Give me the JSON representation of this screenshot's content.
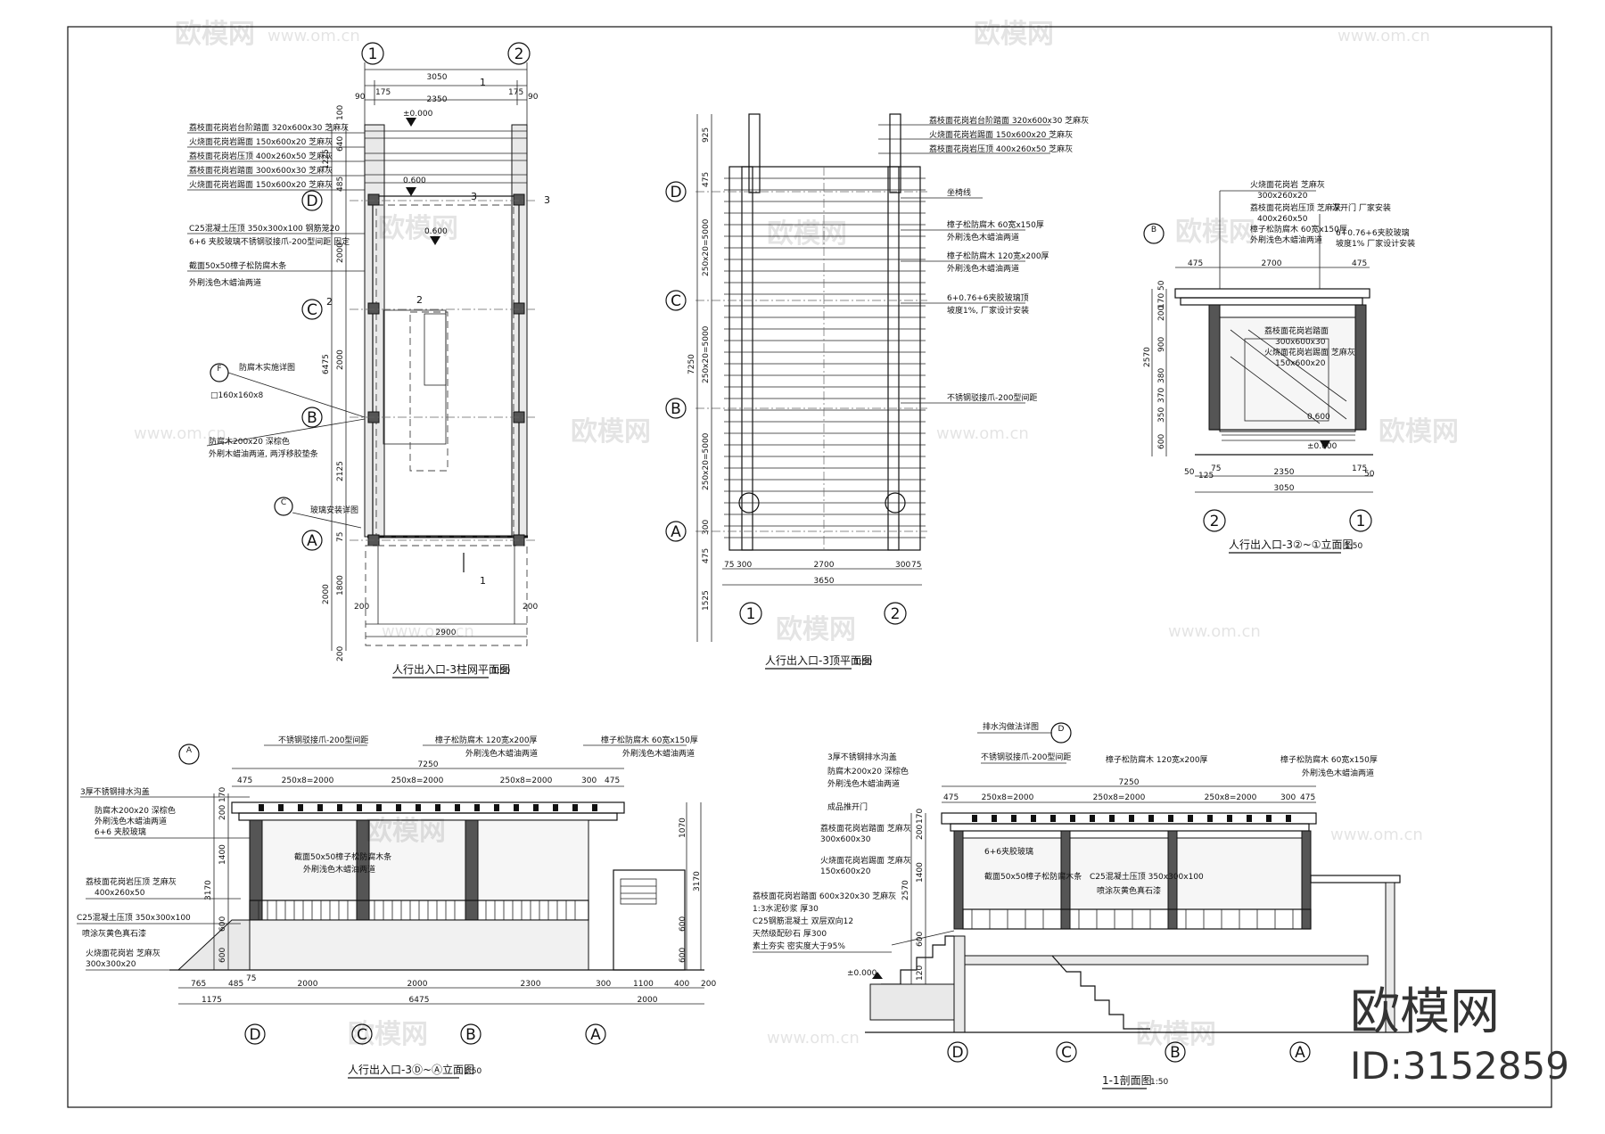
{
  "watermark": {
    "brand_cn": "欧模网",
    "url": "www.om.cn",
    "id_label": "ID:3152859"
  },
  "views": {
    "plan_columns": {
      "title": "人行出入口-3柱网平面图",
      "scale": "1:50",
      "dims_top": [
        "3050",
        "90",
        "175",
        "2350",
        "175",
        "90"
      ],
      "dims_left": [
        "100",
        "640",
        "1225",
        "485",
        "2000",
        "2000",
        "6475",
        "2125",
        "75",
        "2000",
        "1800",
        "200"
      ],
      "dims_bottom": [
        "2900",
        "200",
        "200"
      ],
      "levels": [
        "±0.000",
        "0.600",
        "0.600"
      ],
      "notes": [
        "荔枝面花岗岩台阶踏面 320x600x30 芝麻灰",
        "火烧面花岗岩踢面 150x600x20 芝麻灰",
        "荔枝面花岗岩压顶 400x260x50 芝麻灰",
        "荔枝面花岗岩踏面 300x600x30 芝麻灰",
        "火烧面花岗岩踢面 150x600x20 芝麻灰",
        "C25混凝土压顶 350x300x100 钢筋笼20",
        "6+6 夹胶玻璃不锈钢驳接爪-200型间距 固定",
        "截面50x50樟子松防腐木条",
        "外刷浅色木蜡油两道",
        "防腐木实施详图",
        "□160x160x8",
        "防腐木200x20 深棕色",
        "外刷木蜡油两道, 两浮移胶垫条",
        "玻璃安装详图"
      ]
    },
    "plan_roof": {
      "title": "人行出入口-3顶平面图",
      "scale": "1:50",
      "dims_left": [
        "925",
        "475",
        "250x20=5000",
        "7250",
        "250x20=5000",
        "250x20=5000",
        "300",
        "475",
        "1525"
      ],
      "dims_bottom": [
        "75",
        "300",
        "2700",
        "300",
        "75",
        "3650"
      ],
      "notes": [
        "荔枝面花岗岩台阶踏面 320x600x30 芝麻灰",
        "火烧面花岗岩踢面 150x600x20 芝麻灰",
        "荔枝面花岗岩压顶 400x260x50 芝麻灰",
        "坐椅线",
        "樟子松防腐木 60宽x150厚",
        "外刷浅色木蜡油两道",
        "樟子松防腐木 120宽x200厚",
        "外刷浅色木蜡油两道",
        "6+0.76+6夹胶玻璃顶",
        "坡度1%, 厂家设计安装",
        "不锈钢驳接爪-200型间距"
      ]
    },
    "elev_side": {
      "title": "人行出入口-3②~①立面图",
      "scale": "1:50",
      "dims_top": [
        "475",
        "2700",
        "475"
      ],
      "dims_left": [
        "50",
        "170",
        "200",
        "900",
        "2570",
        "380",
        "370",
        "350",
        "600"
      ],
      "dims_bottom": [
        "50",
        "125",
        "75",
        "2350",
        "175",
        "50",
        "3050"
      ],
      "levels": [
        "0.600",
        "±0.000"
      ],
      "notes": [
        "火烧面花岗岩 芝麻灰",
        "300x260x20",
        "荔枝面花岗岩压顶 芝麻灰",
        "400x260x50",
        "樟子松防腐木 60宽x150厚",
        "外刷浅色木蜡油两道",
        "深开门 厂家安装",
        "6+0.76+6夹胶玻璃",
        "坡度1% 厂家设计安装",
        "荔枝面花岗岩踏面",
        "300x600x30",
        "火烧面花岗岩踢面 芝麻灰",
        "150x600x20"
      ]
    },
    "elev_front": {
      "title": "人行出入口-3Ⓓ~Ⓐ立面图",
      "scale": "1:50",
      "dims_top": [
        "7250",
        "475",
        "250x8=2000",
        "250x8=2000",
        "250x8=2000",
        "300",
        "475"
      ],
      "dims_left": [
        "170",
        "200",
        "1400",
        "3170",
        "600",
        "600"
      ],
      "dims_right": [
        "1070",
        "3170",
        "600",
        "600"
      ],
      "dims_bottom": [
        "765",
        "485",
        "75",
        "2000",
        "2000",
        "2300",
        "300",
        "1100",
        "400",
        "200",
        "1175",
        "6475",
        "2000"
      ],
      "notes": [
        "不锈钢驳接爪-200型间距",
        "樟子松防腐木 120宽x200厚",
        "外刷浅色木蜡油两道",
        "樟子松防腐木 60宽x150厚",
        "外刷浅色木蜡油两道",
        "3厚不锈钢排水沟盖",
        "防腐木200x20 深棕色",
        "外刷浅色木蜡油两道",
        "6+6 夹胶玻璃",
        "截面50x50樟子松防腐木条",
        "外刷浅色木蜡油两道",
        "荔枝面花岗岩压顶 芝麻灰",
        "400x260x50",
        "C25混凝土压顶 350x300x100",
        "喷涂灰黄色真石漆",
        "火烧面花岗岩 芝麻灰",
        "300x300x20"
      ]
    },
    "section_11": {
      "title": "1-1剖面图",
      "scale": "1:50",
      "dims_top": [
        "7250",
        "475",
        "250x8=2000",
        "250x8=2000",
        "250x8=2000",
        "300",
        "475"
      ],
      "dims_left": [
        "170",
        "200",
        "1400",
        "2570",
        "600",
        "120"
      ],
      "levels": [
        "±0.000"
      ],
      "notes": [
        "排水沟做法详图",
        "3厚不锈钢排水沟盖",
        "不锈钢驳接爪-200型间距",
        "防腐木200x20 深棕色",
        "外刷浅色木蜡油两道",
        "成品推开门",
        "荔枝面花岗岩踏面 芝麻灰",
        "300x600x30",
        "火烧面花岗岩踢面 芝麻灰",
        "150x600x20",
        "荔枝面花岗岩踏面 600x320x30 芝麻灰",
        "1:3水泥砂浆 厚30",
        "C25钢筋混凝土 双层双向12",
        "天然级配砂石 厚300",
        "素土夯实 密实度大于95%",
        "6+6夹胶玻璃",
        "截面50x50樟子松防腐木条",
        "C25混凝土压顶 350x300x100",
        "喷涂灰黄色真石漆",
        "樟子松防腐木 120宽x200厚",
        "樟子松防腐木 60宽x150厚",
        "外刷浅色木蜡油两道"
      ]
    }
  }
}
